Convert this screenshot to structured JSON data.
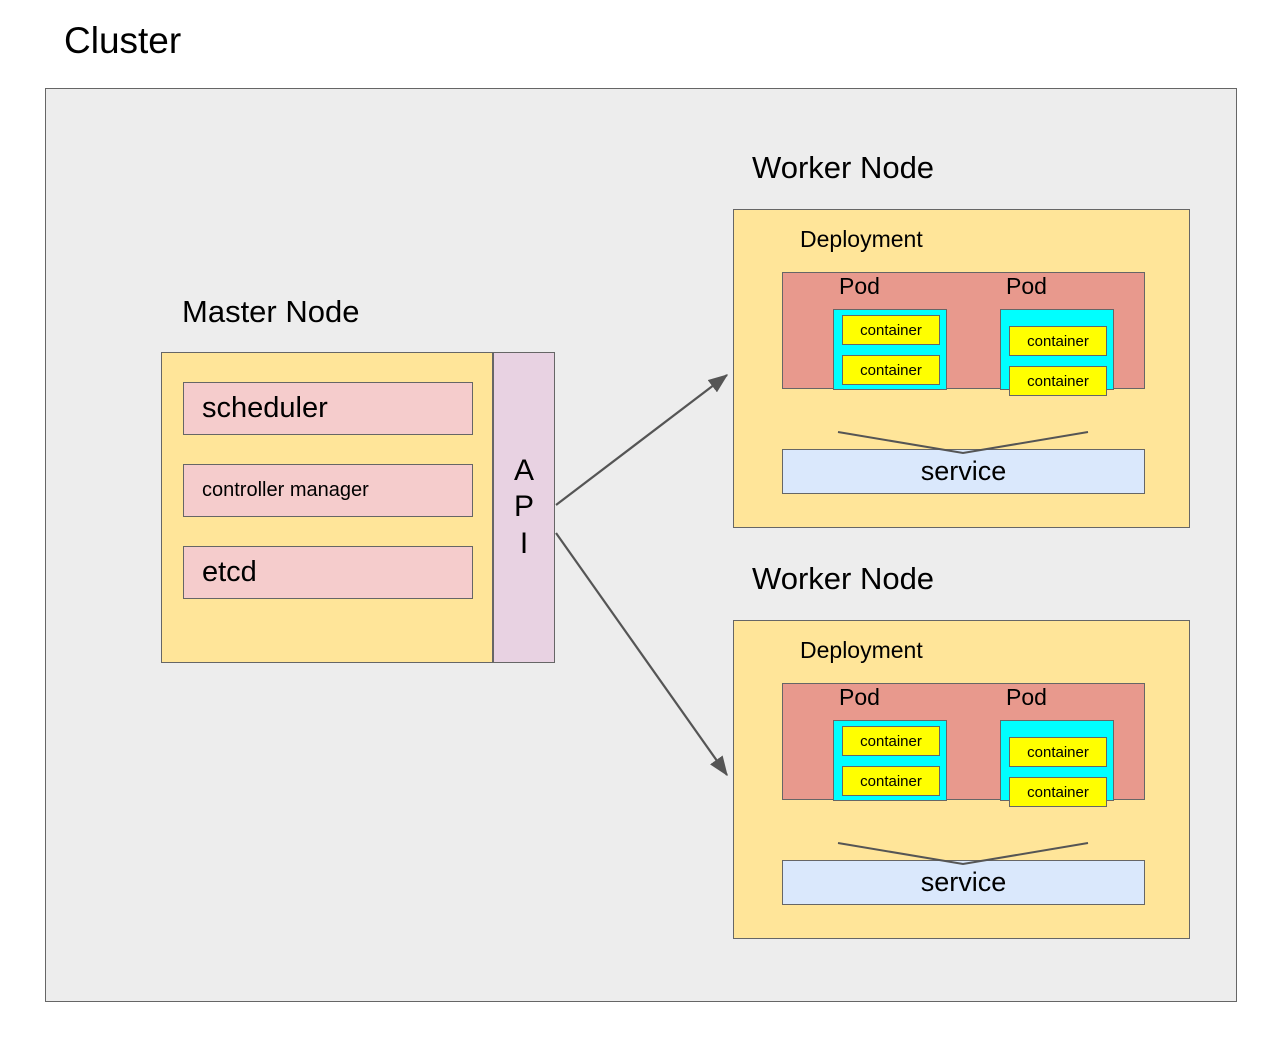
{
  "diagram": {
    "title": "Cluster",
    "type": "kubernetes-architecture"
  },
  "cluster": {
    "label": "Cluster"
  },
  "master_node": {
    "label": "Master Node",
    "components": [
      {
        "label": "scheduler",
        "size": "large"
      },
      {
        "label": "controller manager",
        "size": "small"
      },
      {
        "label": "etcd",
        "size": "large"
      }
    ],
    "api": {
      "label": "API",
      "letters": [
        "A",
        "P",
        "I"
      ]
    }
  },
  "worker_nodes": [
    {
      "label": "Worker Node",
      "deployment": {
        "label": "Deployment",
        "pods": [
          {
            "label": "Pod",
            "containers": [
              {
                "label": "container"
              },
              {
                "label": "container"
              }
            ]
          },
          {
            "label": "Pod",
            "containers": [
              {
                "label": "container"
              },
              {
                "label": "container"
              }
            ]
          }
        ]
      },
      "service": {
        "label": "service"
      }
    },
    {
      "label": "Worker Node",
      "deployment": {
        "label": "Deployment",
        "pods": [
          {
            "label": "Pod",
            "containers": [
              {
                "label": "container"
              },
              {
                "label": "container"
              }
            ]
          },
          {
            "label": "Pod",
            "containers": [
              {
                "label": "container"
              },
              {
                "label": "container"
              }
            ]
          }
        ]
      },
      "service": {
        "label": "service"
      }
    }
  ],
  "colors": {
    "cluster_fill": "#EDEDED",
    "node_fill": "#FFE599",
    "api_fill": "#E8D2E2",
    "component_fill": "#F5CCCC",
    "deployment_fill": "#E8998D",
    "pod_fill": "#00FFFF",
    "container_fill": "#FFFF00",
    "service_fill": "#DAE8FC",
    "stroke": "#666666",
    "text": "#000000"
  }
}
